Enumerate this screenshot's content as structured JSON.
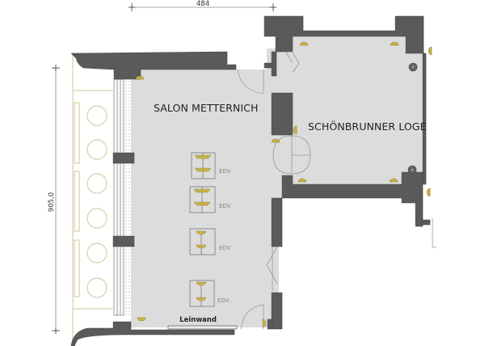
{
  "plan": {
    "rooms": [
      {
        "id": "salon-metternich",
        "label": "SALON METTERNICH"
      },
      {
        "id": "schoenbrunner-loge",
        "label": "SCHÖNBRUNNER LOGE"
      }
    ],
    "dimensions": {
      "width_label": "484",
      "height_label": "905,0"
    },
    "equipment": {
      "edv_label": "EDV",
      "edv_count": 4,
      "screen_label": "Leinwand"
    },
    "colors": {
      "wall": "#5a5a5a",
      "floor": "#dcdcdc",
      "fixture": "#c9b24a",
      "window_decor": "#d8cfa8",
      "line": "#9a9a9a"
    }
  }
}
